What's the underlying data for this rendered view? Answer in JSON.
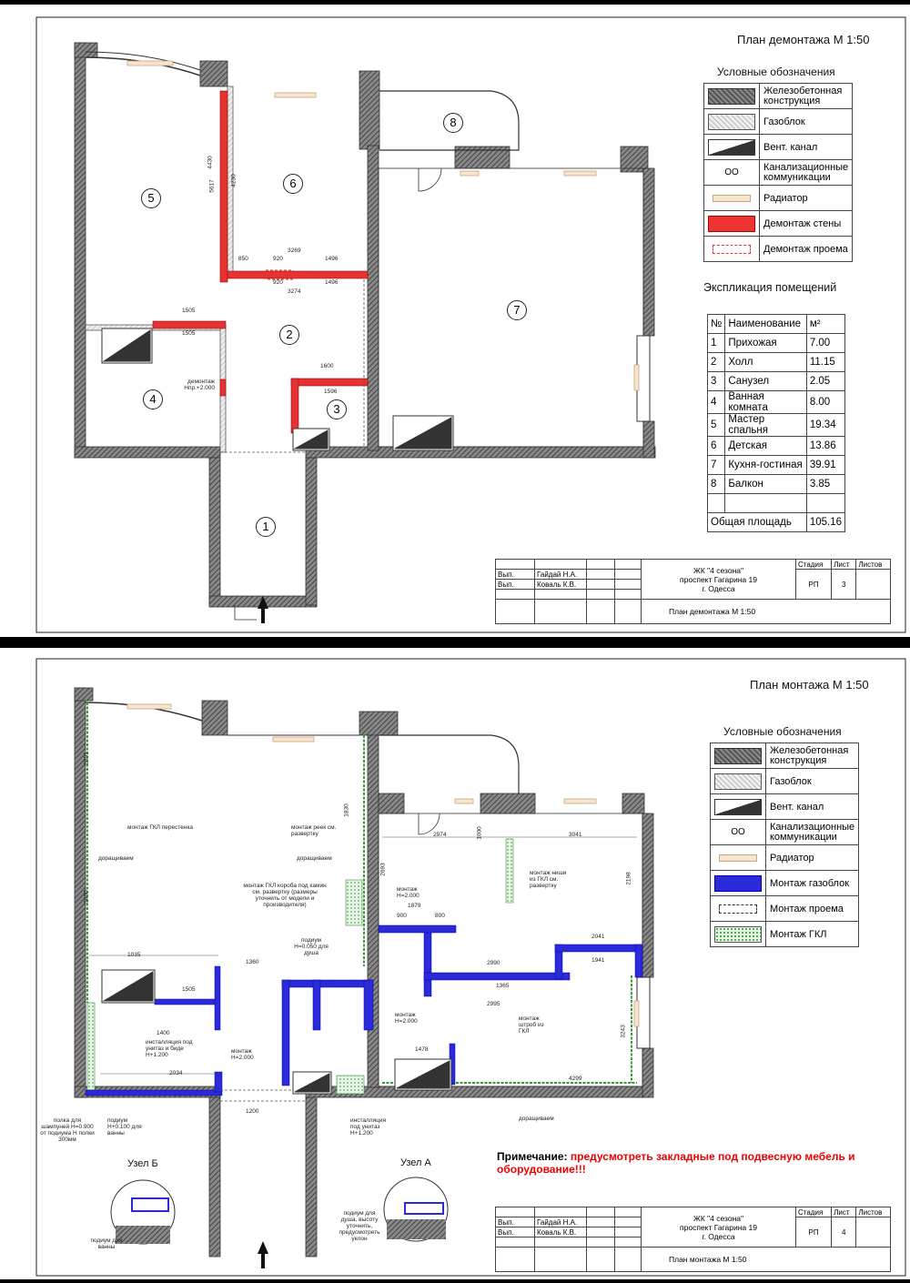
{
  "colors": {
    "demolish_wall": "#e33333",
    "gasblock_mount": "#2a2ad8",
    "gkl": "#3a9a3a",
    "concrete": "#6a6a6a"
  },
  "sheet1": {
    "title": "План демонтажа М 1:50",
    "legend_title": "Условные обозначения",
    "legend": [
      {
        "icon": "reinforced-concrete",
        "label": "Железобетонная конструкция"
      },
      {
        "icon": "gas-block",
        "label": "Газоблок"
      },
      {
        "icon": "vent-duct",
        "label": "Вент. канал"
      },
      {
        "icon": "sewer",
        "symbol": "OO",
        "label": "Канализационные коммуникации"
      },
      {
        "icon": "radiator",
        "label": "Радиатор"
      },
      {
        "icon": "wall-demolition",
        "label": "Демонтаж стены"
      },
      {
        "icon": "opening-demolition",
        "label": "Демонтаж проема"
      }
    ],
    "explication_title": "Экспликация помещений",
    "explication_headers": [
      "№",
      "Наименование",
      "м²"
    ],
    "rooms": [
      {
        "n": "1",
        "name": "Прихожая",
        "area": "7.00"
      },
      {
        "n": "2",
        "name": "Холл",
        "area": "11.15"
      },
      {
        "n": "3",
        "name": "Санузел",
        "area": "2.05"
      },
      {
        "n": "4",
        "name": "Ванная комната",
        "area": "8.00"
      },
      {
        "n": "5",
        "name": "Мастер спальня",
        "area": "19.34"
      },
      {
        "n": "6",
        "name": "Детская",
        "area": "13.86"
      },
      {
        "n": "7",
        "name": "Кухня-гостиная",
        "area": "39.91"
      },
      {
        "n": "8",
        "name": "Балкон",
        "area": "3.85"
      }
    ],
    "total_label": "Общая площадь",
    "total_area": "105.16",
    "plan_labels": {
      "r1": "1",
      "r2": "2",
      "r3": "3",
      "r4": "4",
      "r5": "5",
      "r6": "6",
      "r7": "7",
      "r8": "8"
    },
    "dims": {
      "d1": "3269",
      "d2": "1496",
      "d3": "3274",
      "d4": "1505",
      "d5": "1505",
      "d6": "1600",
      "d7": "1596",
      "d8": "4230",
      "d9": "4430",
      "d10": "5617",
      "d11": "850",
      "d12": "920",
      "d13": "920",
      "d14": "1496"
    },
    "note_demolish": "демонтаж Нпр.+2.000",
    "stamp": {
      "r1a": "Вып.",
      "r1b": "Гайдай Н.А.",
      "r2a": "Вып.",
      "r2b": "Коваль К.В.",
      "project": "ЖК \"4 сезона\"",
      "address": "проспект Гагарина 19",
      "city": "г. Одесса",
      "stage_h": "Стадия",
      "sheet_h": "Лист",
      "sheets_h": "Листов",
      "stage": "РП",
      "sheet": "3",
      "name": "План демонтажа М 1:50"
    }
  },
  "sheet2": {
    "title": "План монтажа М 1:50",
    "legend_title": "Условные обозначения",
    "legend": [
      {
        "icon": "reinforced-concrete",
        "label": "Железобетонная конструкция"
      },
      {
        "icon": "gas-block",
        "label": "Газоблок"
      },
      {
        "icon": "vent-duct",
        "label": "Вент. канал"
      },
      {
        "icon": "sewer",
        "symbol": "OO",
        "label": "Канализационные коммуникации"
      },
      {
        "icon": "radiator",
        "label": "Радиатор"
      },
      {
        "icon": "gasblock-mount",
        "label": "Монтаж газоблок"
      },
      {
        "icon": "opening-mount",
        "label": "Монтаж проема"
      },
      {
        "icon": "gkl-mount",
        "label": "Монтаж ГКЛ"
      }
    ],
    "note_prefix": "Примечание:",
    "note_text": "предусмотреть закладные под подвесную мебель и оборудование!!!",
    "node_b": "Узел Б",
    "node_a": "Узел А",
    "node_b_note": "подиум для ванны",
    "node_a_note": "подиум для душа, высоту уточнить, предусмотреть уклон",
    "annotations": {
      "a1": "монтаж ГКЛ перестенка",
      "a2": "доращиваем",
      "a3": "монтаж реек см. развертку",
      "a4": "доращиваем",
      "a5": "монтаж ГКЛ короба под камин см. развертку (размеры уточнить от модели и производителя)",
      "a6": "подиум Н=0.050 для душа",
      "a7": "монтаж Н=2.000",
      "a8": "монтаж ниши из ГКЛ см. развертку",
      "a9": "монтаж Н=2.000",
      "a10": "монтаж Н=2.000",
      "a11": "монтаж штроб из ГКЛ",
      "a12": "инсталляция под унитаз и биде Н+1.200",
      "a13": "подиум Н+0.100 для ванны",
      "a14": "полка для шампуней Н=0.900 от подиума Н полки 300мм",
      "a15": "инсталляция под унитаз Н+1.200",
      "a16": "доращиваем"
    },
    "dims": {
      "d1": "2974",
      "d2": "3041",
      "d3": "1000",
      "d4": "1879",
      "d5": "2041",
      "d6": "1941",
      "d7": "2990",
      "d8": "1365",
      "d9": "2995",
      "d10": "1478",
      "d11": "4299",
      "d12": "3243",
      "d13": "2198",
      "d14": "1360",
      "d15": "1035",
      "d16": "1400",
      "d17": "2034",
      "d18": "1200",
      "d19": "1505",
      "d20": "2693",
      "d21": "3400",
      "d22": "2651",
      "d23": "1830",
      "d24": "900",
      "d25": "800"
    },
    "stamp": {
      "r1a": "Вып.",
      "r1b": "Гайдай Н.А.",
      "r2a": "Вып.",
      "r2b": "Коваль К.В.",
      "project": "ЖК \"4 сезона\"",
      "address": "проспект Гагарина 19",
      "city": "г. Одесса",
      "stage_h": "Стадия",
      "sheet_h": "Лист",
      "sheets_h": "Листов",
      "stage": "РП",
      "sheet": "4",
      "name": "План монтажа М 1:50"
    }
  }
}
